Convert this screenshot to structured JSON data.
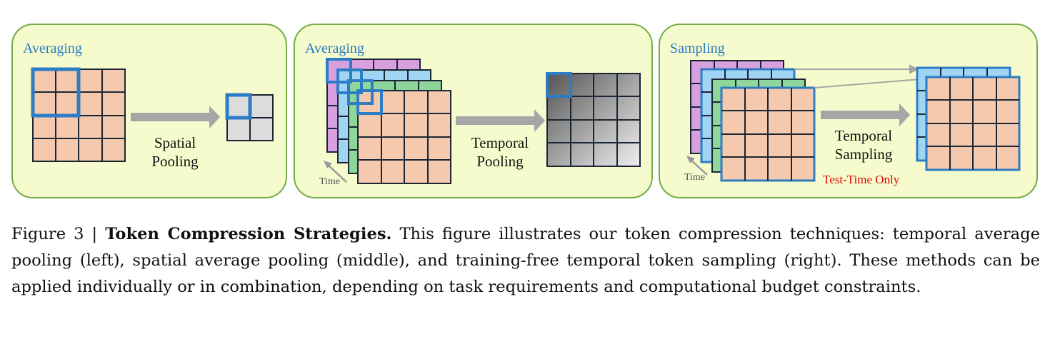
{
  "panels": [
    {
      "label": "Averaging",
      "op_line1": "Spatial",
      "op_line2": "Pooling"
    },
    {
      "label": "Averaging",
      "op_line1": "Temporal",
      "op_line2": "Pooling",
      "time": "Time"
    },
    {
      "label": "Sampling",
      "op_line1": "Temporal",
      "op_line2": "Sampling",
      "time": "Time",
      "note": "Test-Time Only"
    }
  ],
  "caption": {
    "prefix": "Figure 3 | ",
    "title": "Token Compression Strategies.",
    "body": " This figure illustrates our token compression techniques: temporal average pooling (left), spatial average pooling (middle), and training-free temporal token sampling (right). These methods can be applied individually or in combination, depending on task requirements and computational budget constraints."
  },
  "colors": {
    "panel_bg": "#f6fbcd",
    "panel_border": "#72ad46",
    "token_fill": "#f5c9ae",
    "highlight_border": "#2d7cc6",
    "arrow": "#a6a6a6",
    "label_blue": "#2a79c3",
    "note_red": "#e00000",
    "frame_pink": "#d9a0df",
    "frame_blue": "#9fd5f2",
    "frame_green": "#8fd69a"
  },
  "icons": [
    "grid",
    "arrow-right"
  ]
}
